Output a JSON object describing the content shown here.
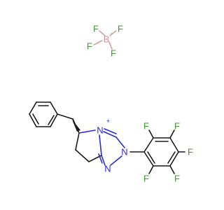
{
  "atoms": {
    "boron": "B",
    "fluorine": "F",
    "nitrogen": "N",
    "charge_plus": "+",
    "charge_minus": "-"
  },
  "colors": {
    "bond": "#1a1a1a",
    "fluorine": "#3c9b2c",
    "nitrogen": "#2a2ad8",
    "boron": "#d58f8f"
  }
}
